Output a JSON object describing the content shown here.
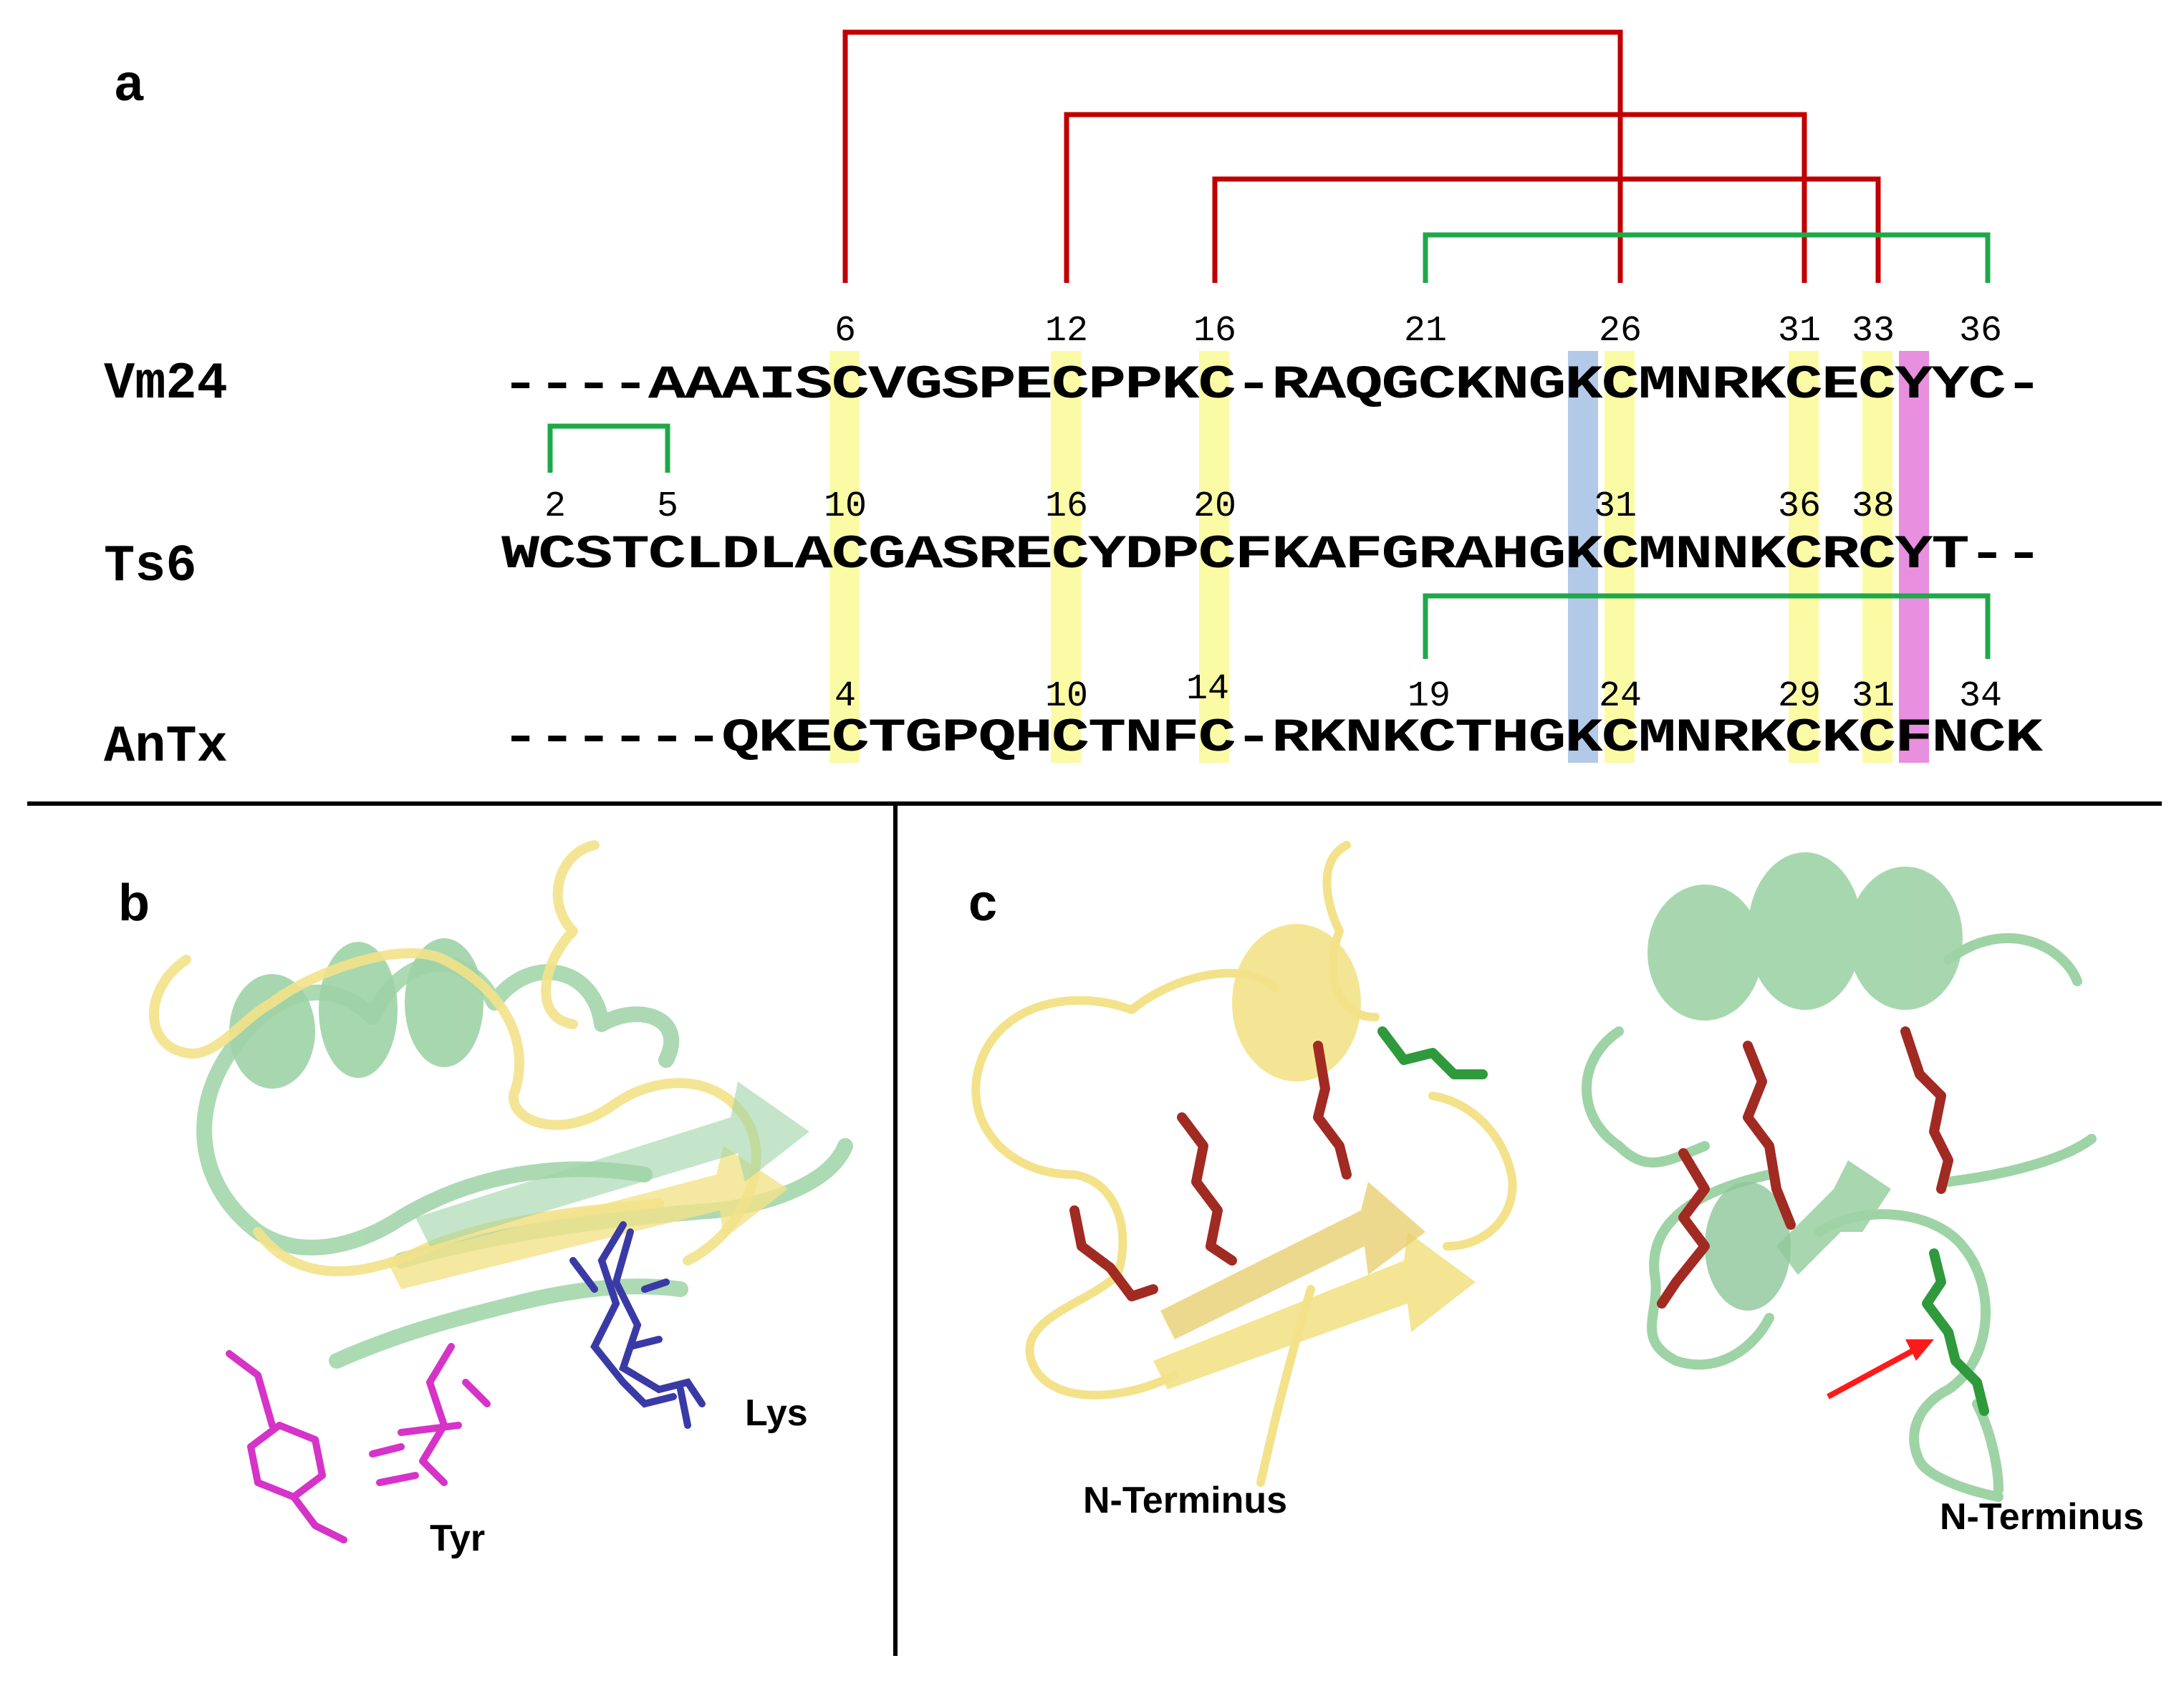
{
  "panels": {
    "a": "a",
    "b": "b",
    "c": "c"
  },
  "sequences": {
    "vm24": {
      "name": "Vm24",
      "seq": "----AAAISCVGSPECPPKC-RAQGCKNGKCMNRKCECYYC-"
    },
    "ts6": {
      "name": "Ts6",
      "seq": "WCSTCLDLACGASRECYDPCFKAFGRAHGKCMNNKCRCYT--"
    },
    "antx": {
      "name": "AnTx",
      "seq": "------QKECTGPQHCTNFC-RKNKCTHGKCMNRKCKCFNCK"
    }
  },
  "numbers": {
    "vm24": [
      "6",
      "12",
      "16",
      "21",
      "26",
      "31",
      "33",
      "36"
    ],
    "ts6": [
      "2",
      "5",
      "10",
      "16",
      "20",
      "31",
      "36",
      "38"
    ],
    "antx": [
      "4",
      "10",
      "14",
      "19",
      "24",
      "29",
      "31",
      "34"
    ]
  },
  "labels": {
    "tyr": "Tyr",
    "lys": "Lys",
    "nterm_left": "N-Terminus",
    "nterm_right": "N-Terminus"
  },
  "colors": {
    "disulfide_red": "#c00000",
    "disulfide_green": "#1fa84a",
    "cys_highlight": "#fbfba6",
    "lys_highlight": "#b3c9e8",
    "aromatic_highlight": "#e88fe0",
    "ribbon_yellow": "#f3e28a",
    "ribbon_green": "#9ed3a6",
    "tyr_sticks": "#d633c8",
    "lys_sticks": "#3a3aa6",
    "cys_sticks": "#a12a22",
    "green_sticks": "#2f9a3c",
    "arrow": "#ff1a1a"
  }
}
